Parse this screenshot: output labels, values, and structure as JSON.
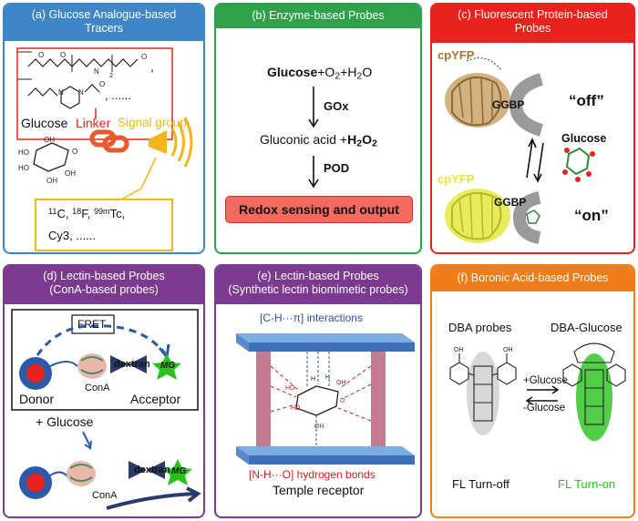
{
  "panels": {
    "a": {
      "title_line1": "(a) Glucose Analogue-based",
      "title_line2": "Tracers",
      "linker_comma1": ",",
      "linker_dots": ", ......",
      "glucose_label": "Glucose",
      "linker_label": "Linker",
      "signal_label": "Signal group",
      "tracer_c": "C, ",
      "tracer_c_sup": "11",
      "tracer_f": "F, ",
      "tracer_f_sup": "18",
      "tracer_tc": "Tc,",
      "tracer_tc_sup": "99m",
      "tracer_cy3": "Cy3, ......"
    },
    "b": {
      "title": "(b) Enzyme-based Probes",
      "glucose": "Glucose",
      "plus_o2": "+O",
      "plus_h2o": "+H",
      "o_suffix": "O",
      "sub2": "2",
      "gox": "GOx",
      "gluconic": "Gluconic acid +",
      "h2o2_h": "H",
      "h2o2_o": "O",
      "pod": "POD",
      "redox": "Redox sensing and output"
    },
    "c": {
      "title_line1": "(c)  Fluorescent Protein-based",
      "title_line2": "Probes",
      "cpyfp_top": "cpYFP",
      "ggbp_top": "GGBP",
      "off": "“off”",
      "glucose": "Glucose",
      "cpyfp_bottom": "cpYFP",
      "ggbp_bottom": "GGBP",
      "on": "“on”"
    },
    "d": {
      "title_line1": "(d) Lectin-based Probes",
      "title_line2": "(ConA-based probes)",
      "fret": "FRET",
      "dextran": "dextran",
      "mg": "MG",
      "donor": "Donor",
      "cona": "ConA",
      "acceptor": "Acceptor",
      "plus_glucose": "+ Glucose",
      "dextran2": "dextran",
      "mg2": "MG",
      "cona2": "ConA"
    },
    "e": {
      "title_line1": "(e)  Lectin-based Probes",
      "title_line2": "(Synthetic lectin biomimetic probes)",
      "ch_pi": "[C-H···π] interactions",
      "nho": "[N-H···O] hydrogen bonds",
      "receptor": "Temple receptor"
    },
    "f": {
      "title": "(f)  Boronic Acid-based Probes",
      "dba_probes": "DBA probes",
      "dba_glucose": "DBA-Glucose",
      "plus_glucose": "+Glucose",
      "minus_glucose": "-Glucose",
      "turn_off": "FL Turn-off",
      "turn_on": "FL Turn-on"
    }
  },
  "colors": {
    "panel_a": "#3f86c8",
    "panel_b": "#2ea24b",
    "panel_c": "#e8221c",
    "panel_d": "#7b3a8f",
    "panel_e": "#7b3a8f",
    "panel_f": "#f07d1a",
    "linker": "#e8221c",
    "signal": "#f2b51a",
    "redox_fill": "#f26b5e",
    "turn_on": "#27c21b",
    "blue_text": "#2b50a0",
    "red_text": "#d0201a"
  }
}
